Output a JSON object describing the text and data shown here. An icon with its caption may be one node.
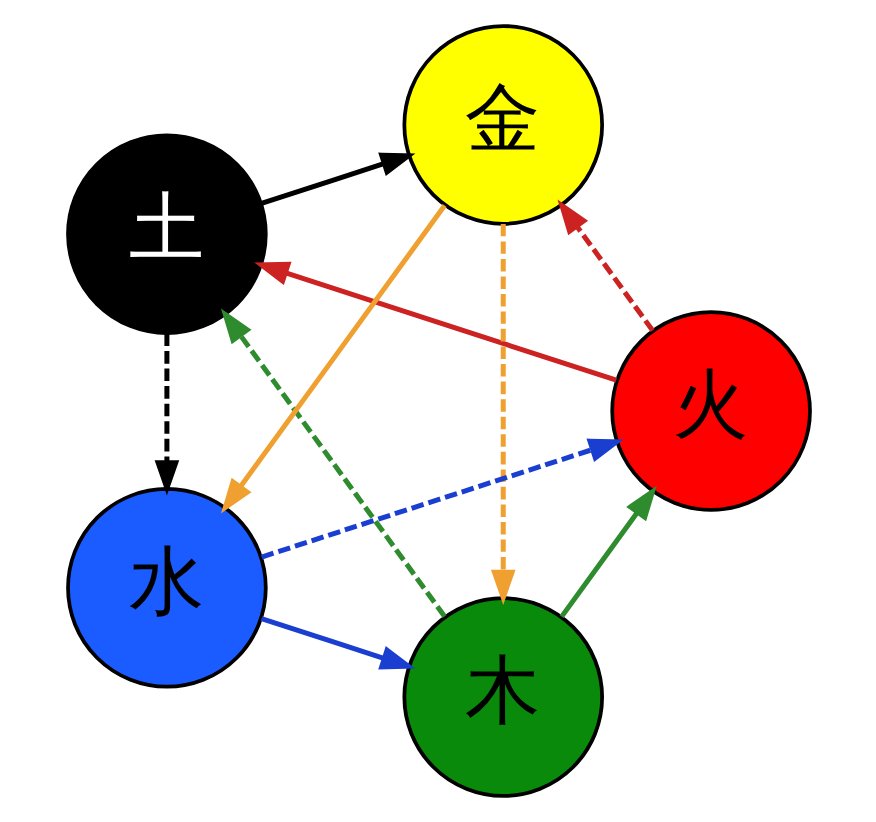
{
  "diagram": {
    "nodes": [
      {
        "text": [
          "木"
        ]
      },
      {
        "text": [
          "火"
        ]
      },
      {
        "text": [
          "土"
        ]
      },
      {
        "text": [
          "金"
        ]
      },
      {
        "text": [
          "水"
        ]
      }
    ],
    "edges": [
      {
        "from": 0,
        "to": 1,
        "arrow": "to",
        "color": "#2e8b2e"
      },
      {
        "from": 1,
        "to": 2,
        "arrow": "to",
        "color": "#cc2222"
      },
      {
        "from": 2,
        "to": 3,
        "arrow": "to",
        "color": "#000000"
      },
      {
        "from": 3,
        "to": 4,
        "arrow": "to",
        "color": "#f0a030"
      },
      {
        "from": 4,
        "to": 0,
        "arrow": "to",
        "color": "#1a3fd0"
      },
      {
        "from": 0,
        "to": 2,
        "arrow": "to",
        "style": "dashed",
        "color": "#2e8b2e"
      },
      {
        "from": 4,
        "to": 1,
        "arrow": "to",
        "style": "dashed",
        "color": "#1a3fd0"
      },
      {
        "from": 1,
        "to": 3,
        "arrow": "to",
        "style": "dashed",
        "color": "#cc2222"
      },
      {
        "from": 2,
        "to": 4,
        "arrow": "to",
        "style": "dashed",
        "color": "#000000"
      },
      {
        "from": 3,
        "to": 0,
        "arrow": "to",
        "style": "dashed",
        "color": "#f0a030"
      }
    ]
  }
}
